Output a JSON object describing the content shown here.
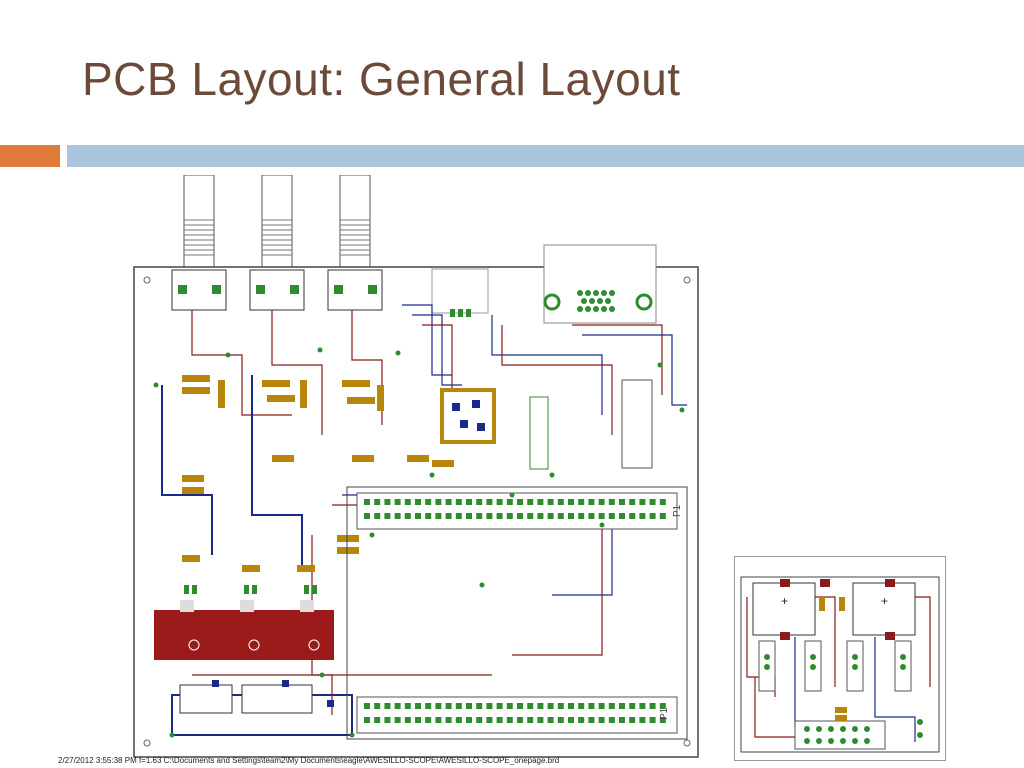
{
  "slide": {
    "title": "PCB Layout: General Layout",
    "accent_color": "#e07a3a",
    "bar_color": "#a9c4dd",
    "title_color": "#6b4a3a"
  },
  "figure": {
    "caption": "2/27/2012 3:55:38 PM  f=1.63  C:\\Documents and Settings\\team2\\My Documents\\eagle\\AWESILLO-SCOPE\\AWESILLO-SCOPE_onepage.brd",
    "bottom_header_label": "P1",
    "top_header_label": "P1",
    "layer_colors": {
      "top": "#8b1a1a",
      "bottom": "#1a2a8b",
      "pad": "#2e8b2e",
      "component": "#b8860b"
    }
  }
}
